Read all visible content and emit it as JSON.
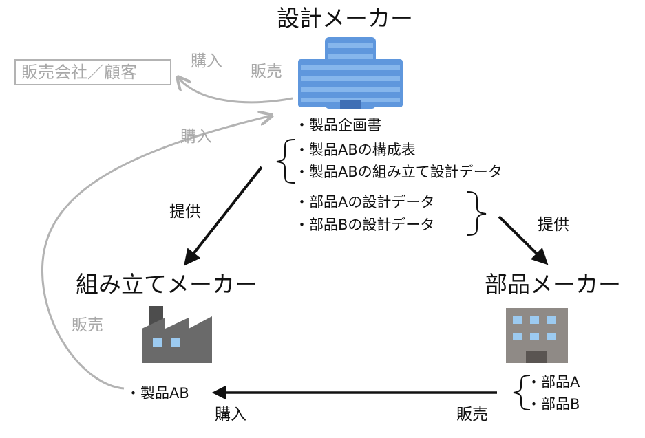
{
  "nodes": {
    "design_maker": "設計メーカー",
    "assembly_maker": "組み立てメーカー",
    "parts_maker": "部品メーカー",
    "customer": "販売会社／顧客"
  },
  "design_docs": {
    "items": [
      "・製品企画書",
      "・製品ABの構成表",
      "・製品ABの組み立て設計データ"
    ]
  },
  "parts_docs": {
    "items": [
      "・部品Aの設計データ",
      "・部品Bの設計データ"
    ]
  },
  "assembly_output": {
    "item": "・製品AB"
  },
  "parts_output": {
    "items": [
      "・部品A",
      "・部品B"
    ]
  },
  "edge_labels": {
    "provide_left": "提供",
    "provide_right": "提供",
    "design_sell": "販売",
    "customer_buy": "購入",
    "design_buy": "購入",
    "assembly_sell": "販売",
    "assembly_buy": "購入",
    "parts_sell": "販売"
  },
  "colors": {
    "building_blue": "#5f97dd",
    "building_light": "#86b6ec",
    "factory_gray": "#6a6a6a",
    "window_blue": "#9ccaf0",
    "office_taupe": "#8f8a86",
    "arrow_black": "#111111",
    "arrow_gray": "#b3b3b3"
  },
  "icons": [
    "office-building-icon",
    "factory-icon",
    "small-office-icon"
  ]
}
